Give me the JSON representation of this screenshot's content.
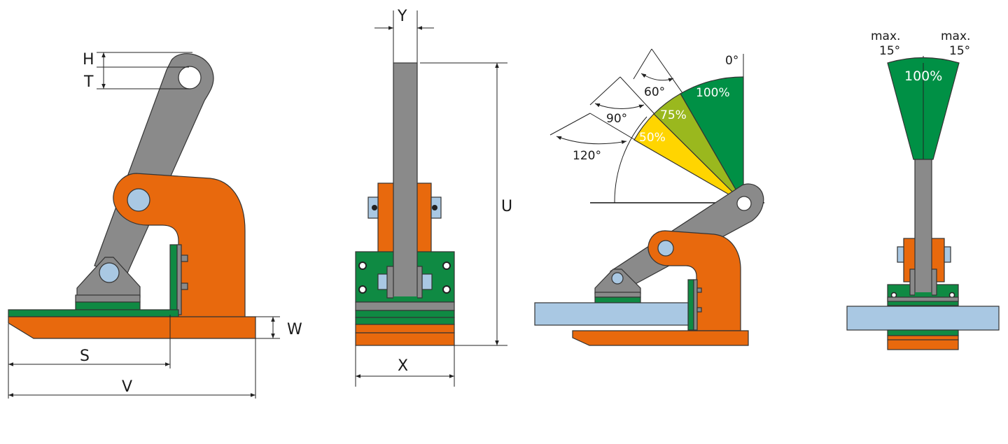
{
  "colors": {
    "orange": "#e8690d",
    "grey": "#8a8a8a",
    "green": "#0f8a43",
    "light_blue": "#a9c8e3",
    "yellow": "#ffd500",
    "yellow_green": "#9ab81e",
    "load_green": "#009045"
  },
  "view1": {
    "labels": {
      "h": "H",
      "t": "T",
      "w": "W",
      "s": "S",
      "v": "V"
    }
  },
  "view2": {
    "labels": {
      "y": "Y",
      "u": "U",
      "x": "X"
    }
  },
  "view3": {
    "angles": {
      "a0": "0°",
      "a60": "60°",
      "a90": "90°",
      "a120": "120°"
    },
    "capacity": {
      "c100": "100%",
      "c75": "75%",
      "c50": "50%"
    }
  },
  "view4": {
    "left_tilt": {
      "line1": "max.",
      "line2": "15°"
    },
    "right_tilt": {
      "line1": "max.",
      "line2": "15°"
    },
    "capacity": "100%"
  }
}
